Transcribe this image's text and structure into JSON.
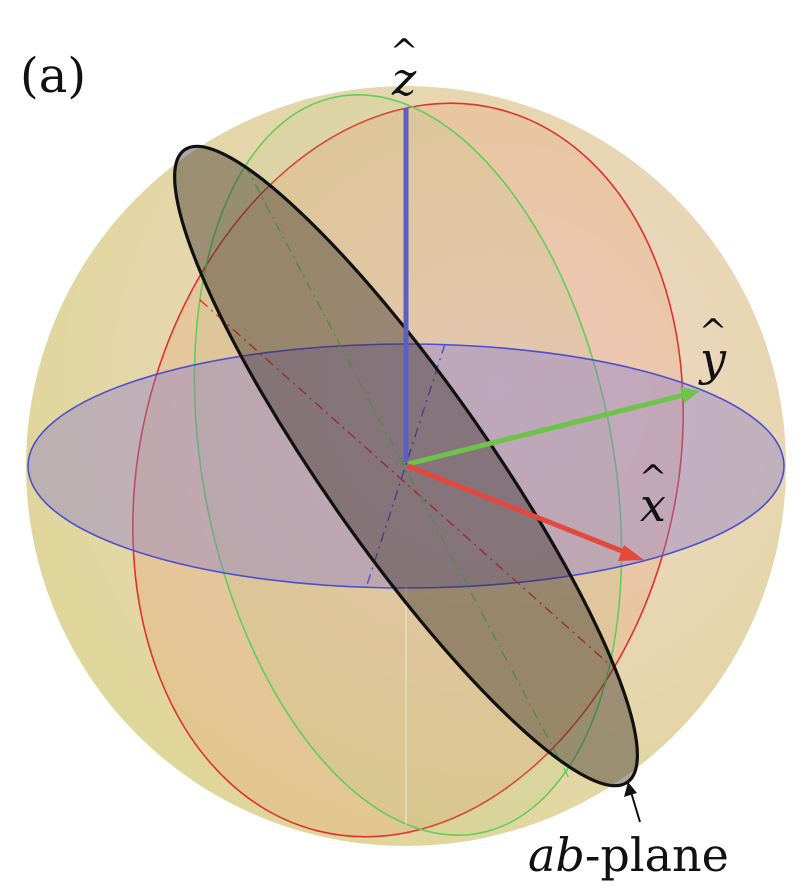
{
  "panel_label": "(a)",
  "axes": {
    "z": {
      "hat": "^",
      "letter": "z",
      "color": "#5b5fc4"
    },
    "y": {
      "hat": "^",
      "letter": "y",
      "color": "#6fc24a"
    },
    "x": {
      "hat": "^",
      "letter": "x",
      "color": "#e2483c"
    }
  },
  "plane_label": {
    "italic": "ab",
    "rest": "-plane"
  },
  "colors": {
    "sphere": "#e8d9a6",
    "equator_circle": "#4a4fd0",
    "red_circle": "#e0312b",
    "green_circle": "#5fcf5a",
    "ab_plane": "#111111"
  }
}
